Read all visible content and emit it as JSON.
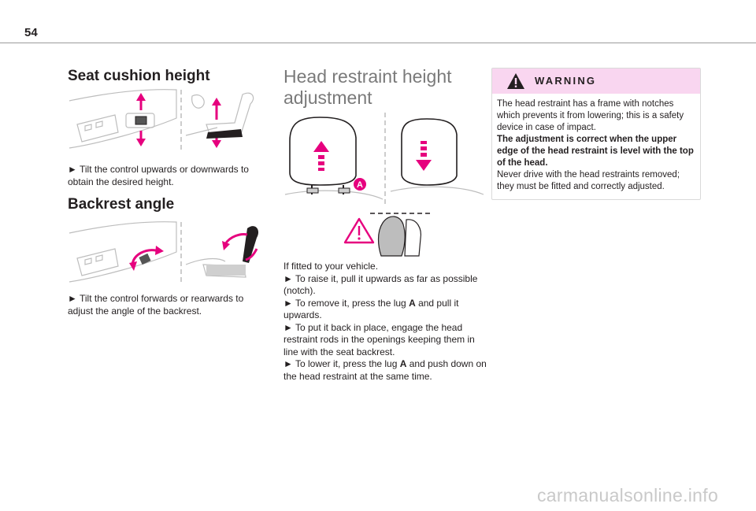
{
  "page": {
    "number": "54"
  },
  "seat_cushion": {
    "title": "Seat cushion height",
    "text": "► Tilt the control upwards or downwards to obtain the desired height."
  },
  "backrest": {
    "title": "Backrest angle",
    "text": "► Tilt the control forwards or rearwards to adjust the angle of the backrest."
  },
  "head_restraint": {
    "title": "Head restraint height adjustment",
    "lug_label": "A",
    "intro": "If fitted to your vehicle.",
    "step1": "► To raise it, pull it upwards as far as possible (notch).",
    "step2_a": "► To remove it, press the lug ",
    "step2_lug": "A",
    "step2_b": " and pull it upwards.",
    "step3": "► To put it back in place, engage the head restraint rods in the openings keeping them in line with the seat backrest.",
    "step4_a": "► To lower it, press the lug ",
    "step4_lug": "A",
    "step4_b": " and push down on the head restraint at the same time."
  },
  "warning": {
    "title": "WARNING",
    "line1": "The head restraint has a frame with notches which prevents it from lowering; this is a safety device in case of impact.",
    "line2": "The adjustment is correct when the upper edge of the head restraint is level with the top of the head.",
    "line3": "Never drive with the head restraints removed; they must be fitted and correctly adjusted."
  },
  "watermark": {
    "text": "carmanualsonline.info"
  },
  "colors": {
    "accent": "#e6007e",
    "warn_bg": "#f9d6f0",
    "grey": "#7a7a7a"
  }
}
